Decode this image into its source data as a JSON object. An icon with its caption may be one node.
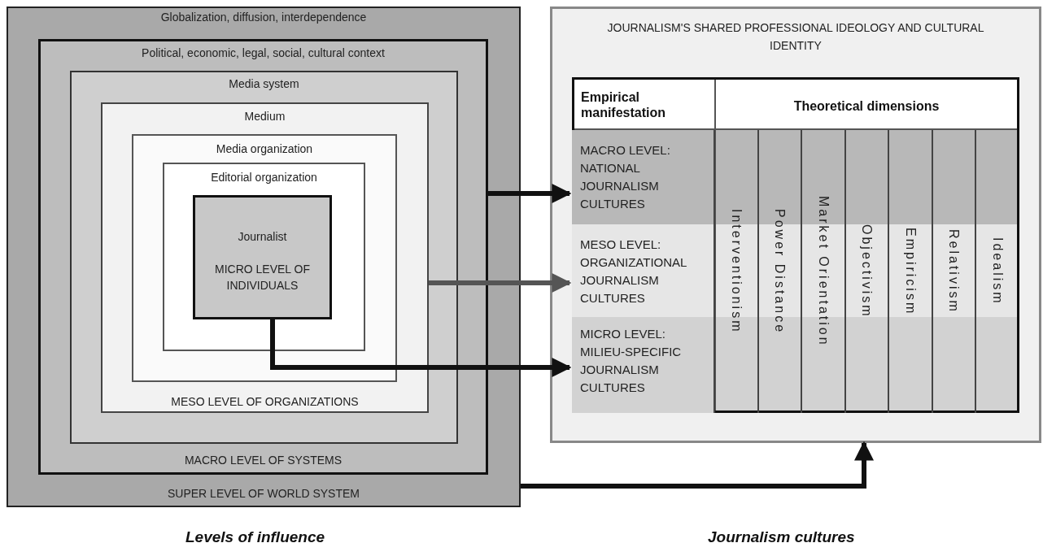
{
  "diagram": {
    "nodes": [
      {
        "text": [
          "Globalization, diffusion, interdependence",
          "SUPER LEVEL OF WORLD SYSTEM"
        ]
      },
      {
        "text": [
          "Political, economic, legal, social, cultural context",
          "MACRO LEVEL OF SYSTEMS"
        ],
        "in": 0
      },
      {
        "text": [
          "Media system"
        ],
        "in": 1
      },
      {
        "text": [
          "Medium",
          "MESO LEVEL OF ORGANIZATIONS"
        ],
        "in": 2
      },
      {
        "text": [
          "Media organization"
        ],
        "in": 3
      },
      {
        "text": [
          "Editorial organization"
        ],
        "in": 4
      },
      {
        "text": [
          "Journalist",
          "MICRO LEVEL OF INDIVIDUALS"
        ],
        "in": 5
      },
      {
        "text": [
          "JOURNALISM'S SHARED PROFESSIONAL IDEOLOGY AND CULTURAL IDENTITY"
        ]
      },
      {
        "text": [
          "Empirical manifestation",
          "Theoretical dimensions"
        ],
        "in": 7
      },
      {
        "text": [
          "MACRO LEVEL: NATIONAL JOURNALISM CULTURES"
        ],
        "in": 8
      },
      {
        "text": [
          "MESO LEVEL: ORGANIZATIONAL JOURNALISM CULTURES"
        ],
        "in": 8
      },
      {
        "text": [
          "MICRO LEVEL: MILIEU-SPECIFIC JOURNALISM CULTURES"
        ],
        "in": 8
      },
      {
        "text": [
          "Interventionism"
        ],
        "in": 8
      },
      {
        "text": [
          "Power Distance"
        ],
        "in": 8
      },
      {
        "text": [
          "Market Orientation"
        ],
        "in": 8
      },
      {
        "text": [
          "Objectivism"
        ],
        "in": 8
      },
      {
        "text": [
          "Empiricism"
        ],
        "in": 8
      },
      {
        "text": [
          "Relativism"
        ],
        "in": 8
      },
      {
        "text": [
          "Idealism"
        ],
        "in": 8
      }
    ],
    "edges": [
      {
        "from": 1,
        "to": 9,
        "arrow": "to"
      },
      {
        "from": 3,
        "to": 10,
        "arrow": "to",
        "color": "#555555"
      },
      {
        "from": 6,
        "to": 11,
        "arrow": "to"
      },
      {
        "from": 0,
        "to": 7,
        "arrow": "to"
      }
    ],
    "labels": [
      "Levels of influence",
      "Journalism cultures"
    ]
  }
}
